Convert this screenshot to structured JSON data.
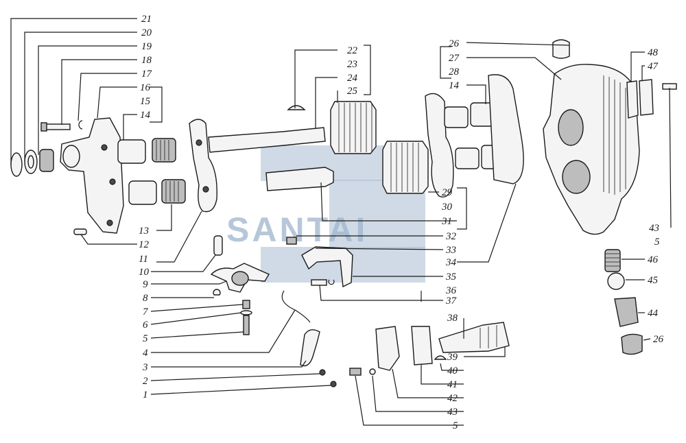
{
  "watermark": {
    "text": "SANTAI",
    "color": "#9fb4cc"
  },
  "labels": {
    "l21": "21",
    "l20": "20",
    "l19": "19",
    "l18": "18",
    "l17": "17",
    "l16": "16",
    "l15": "15",
    "l14a": "14",
    "l13": "13",
    "l12": "12",
    "l11": "11",
    "l10": "10",
    "l9": "9",
    "l8": "8",
    "l7": "7",
    "l6": "6",
    "l5a": "5",
    "l4": "4",
    "l3": "3",
    "l2": "2",
    "l1": "1",
    "l22": "22",
    "l23": "23",
    "l24": "24",
    "l25": "25",
    "l26a": "26",
    "l27": "27",
    "l28": "28",
    "l14b": "14",
    "l48": "48",
    "l47": "47",
    "l29": "29",
    "l30": "30",
    "l31": "31",
    "l32": "32",
    "l33": "33",
    "l34": "34",
    "l35": "35",
    "l36": "36",
    "l37": "37",
    "l43a": "43",
    "l5b": "5",
    "l46": "46",
    "l45": "45",
    "l44": "44",
    "l26b": "26",
    "l38": "38",
    "l39": "39",
    "l40": "40",
    "l41": "41",
    "l42": "42",
    "l43b": "43",
    "l5c": "5"
  }
}
